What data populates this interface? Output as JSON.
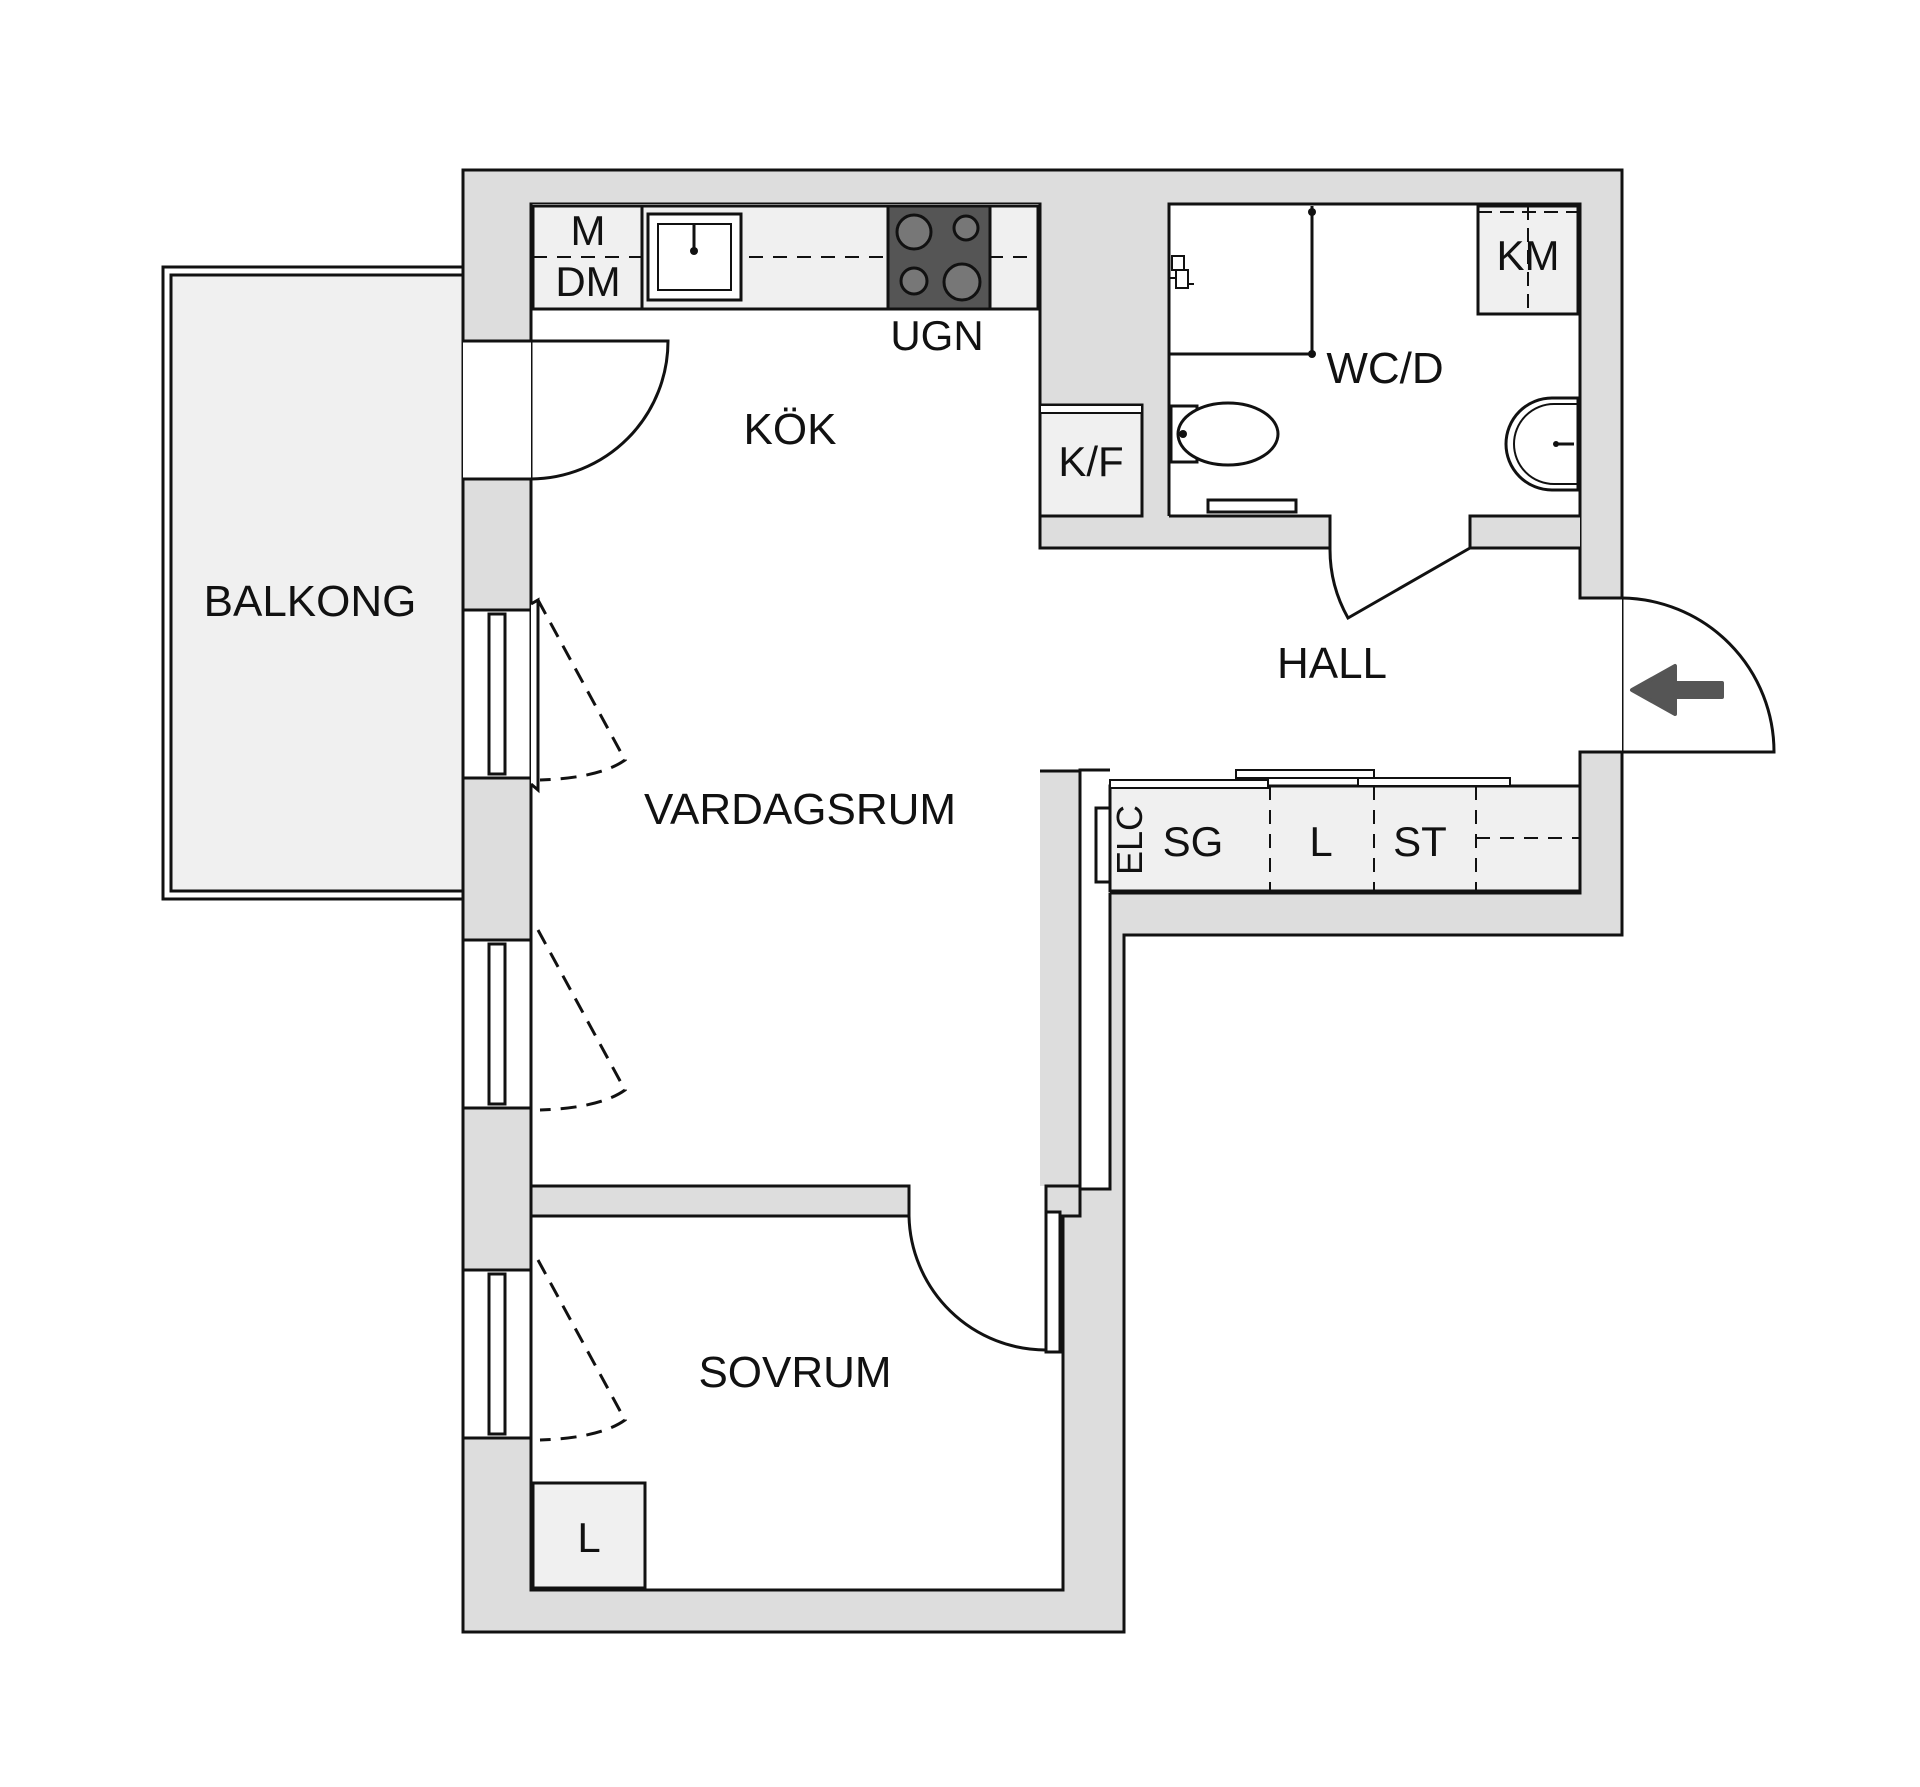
{
  "rooms": {
    "kitchen": "KÖK",
    "living": "VARDAGSRUM",
    "bedroom": "SOVRUM",
    "hall": "HALL",
    "bathroom": "WC/D",
    "balcony": "BALKONG"
  },
  "fixtures": {
    "microwave": "M",
    "dishwasher": "DM",
    "oven": "UGN",
    "fridge_freezer": "K/F",
    "washing_machine": "KM",
    "electric_cabinet": "ELC",
    "wardrobe_sg": "SG",
    "wardrobe_l_hall": "L",
    "wardrobe_st": "ST",
    "wardrobe_l_bedroom": "L"
  },
  "colors": {
    "wall": "#dddddd",
    "outline": "#111111",
    "fixture_fill": "#f0f0f0",
    "stove": "#555555",
    "entrance_arrow": "#555555"
  }
}
